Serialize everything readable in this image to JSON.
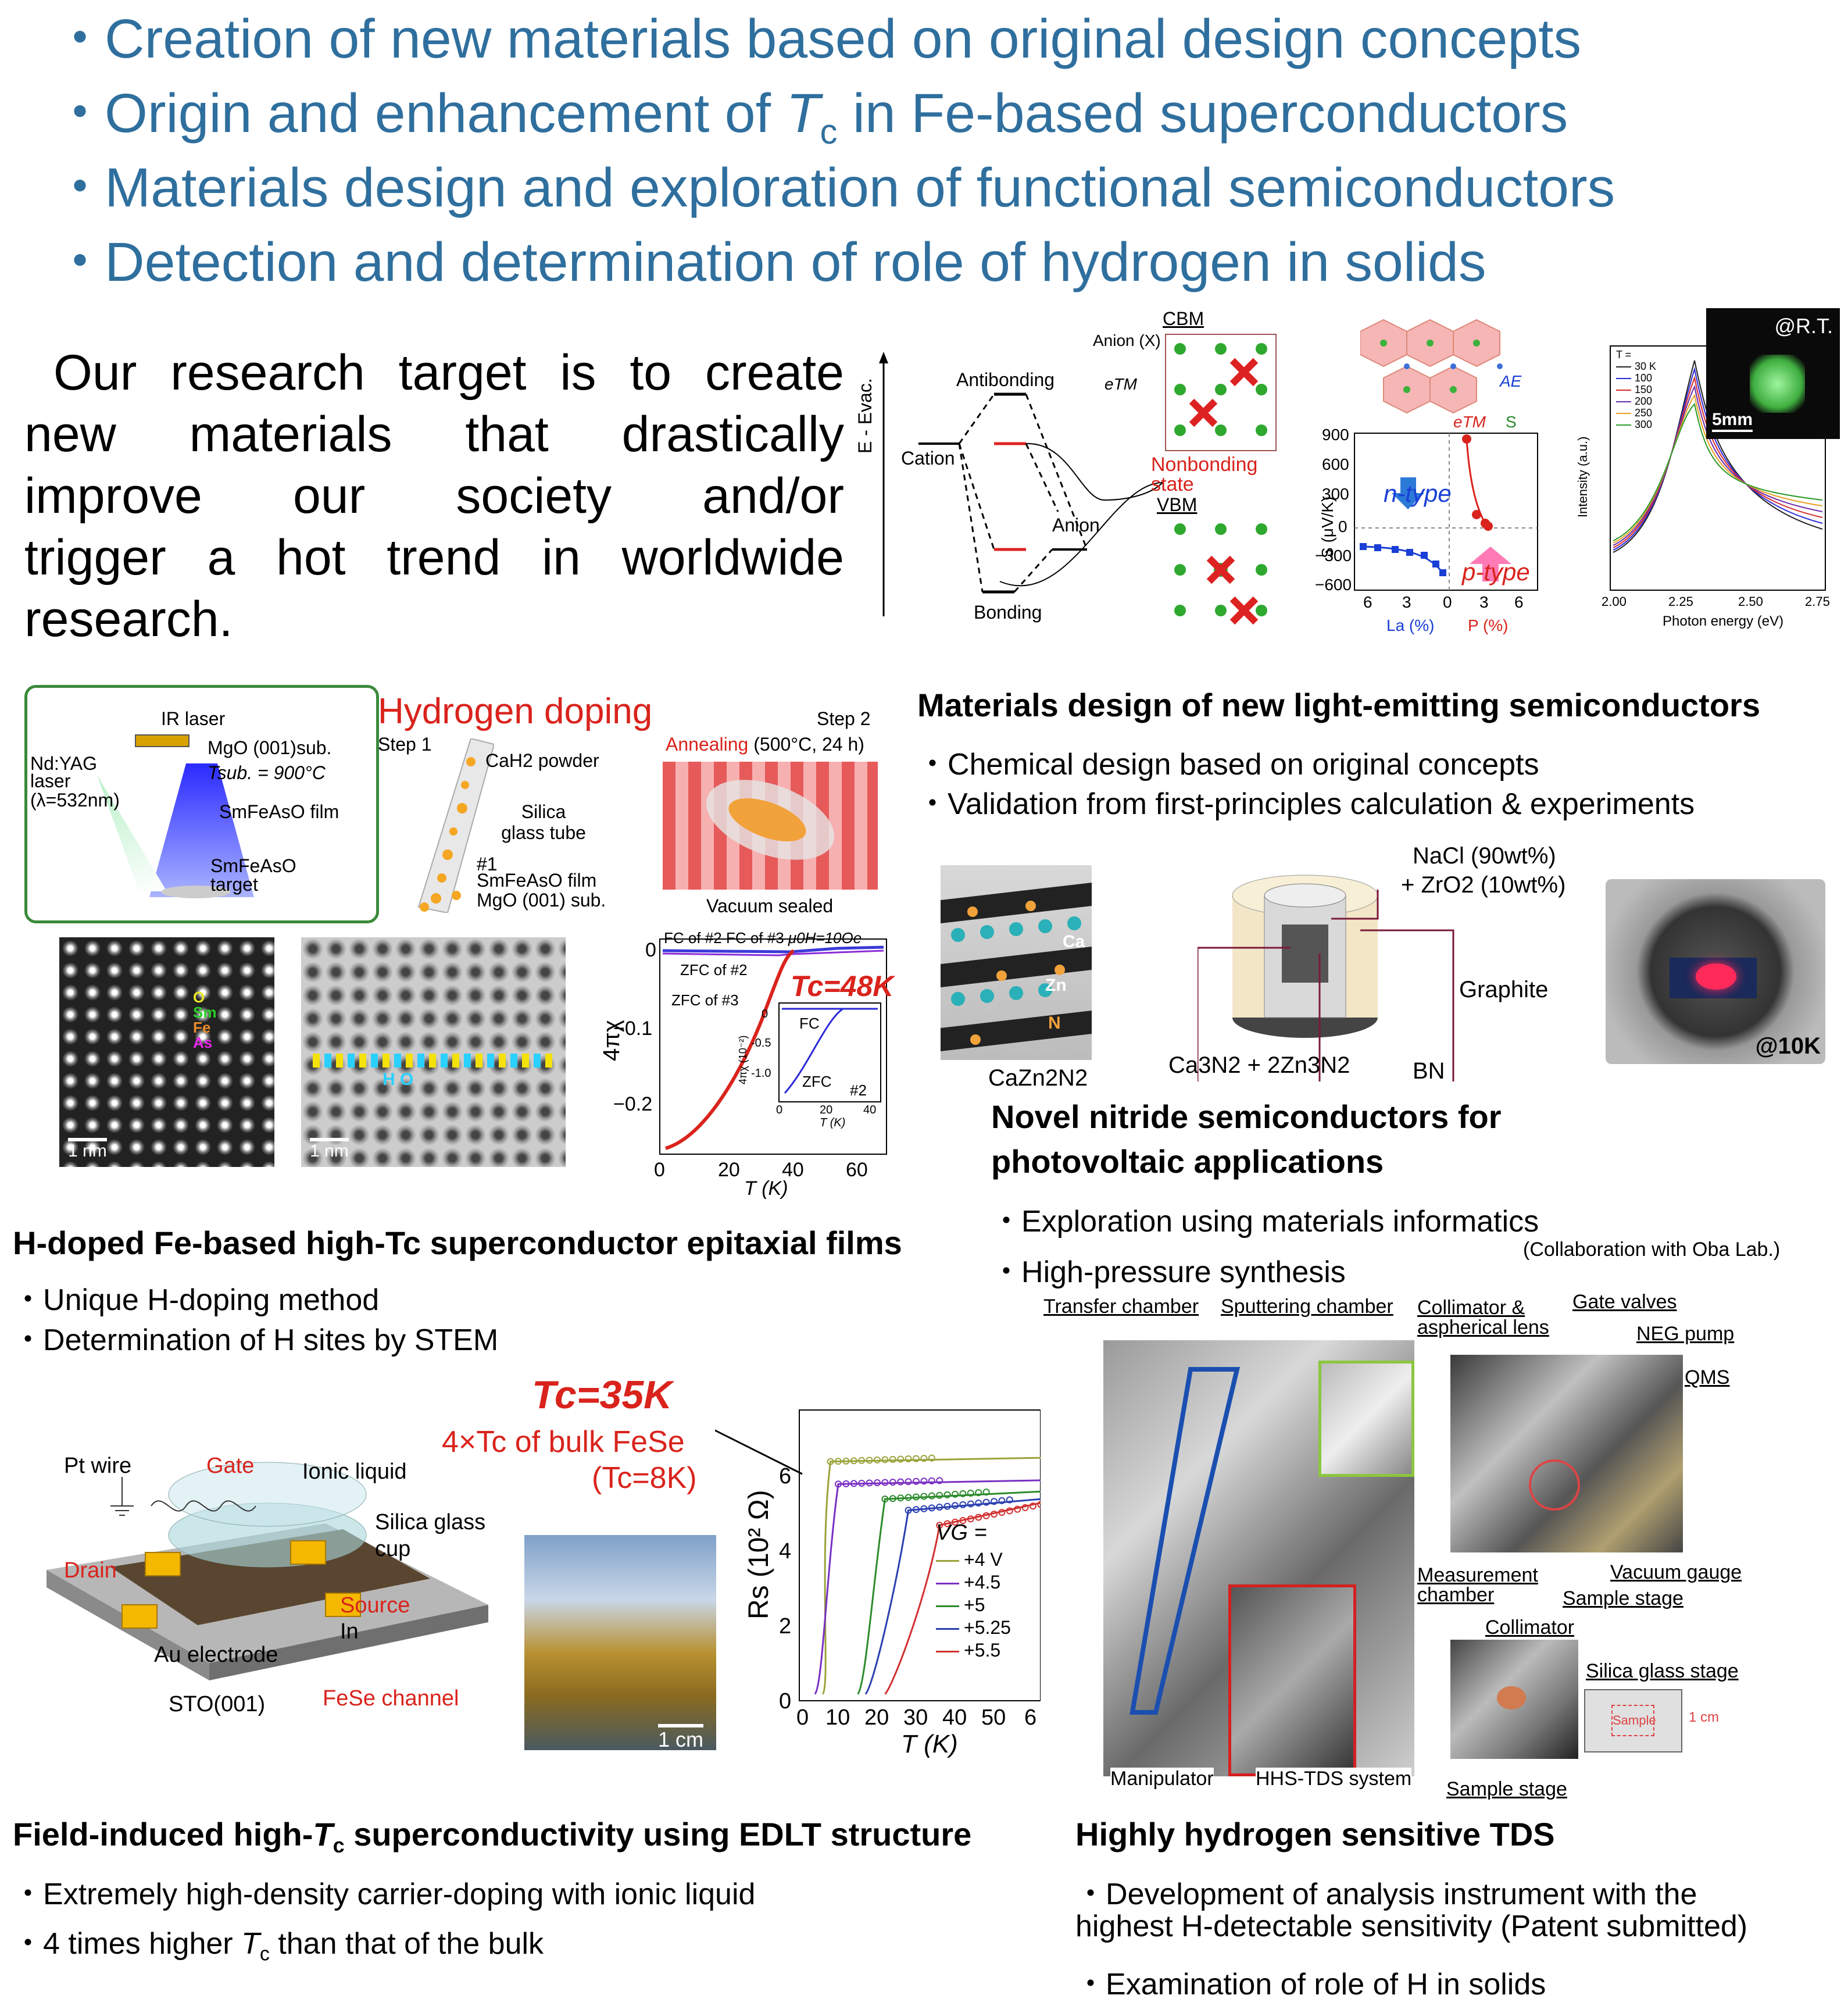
{
  "headlines": [
    {
      "prefix": "Creation of new materials based on original design concepts"
    },
    {
      "prefix": "Origin and enhancement of ",
      "ital": "T",
      "sub": "c",
      "suffix": " in Fe-based superconductors"
    },
    {
      "prefix": "Materials design and exploration of functional semiconductors"
    },
    {
      "prefix": "Detection and determination of role of hydrogen in solids"
    }
  ],
  "bullet_char": "・",
  "intro": [
    "Our research target is to create",
    "new materials that drastically",
    "improve our society and/or",
    "trigger a hot trend in worldwide",
    "research."
  ],
  "band_diagram": {
    "yaxis": "E - Evac.",
    "antibonding": "Antibonding",
    "cation": "Cation",
    "anion": "Anion",
    "bonding": "Bonding",
    "cbm": "CBM",
    "vbm": "VBM",
    "anion_x": "Anion (X)",
    "etm": "eTM",
    "nonbonding": "Nonbonding state"
  },
  "seebeck": {
    "ylabel": "S (μV/K)",
    "yticks": [
      "900",
      "600",
      "300",
      "0",
      "−300",
      "−600"
    ],
    "xticks_left": [
      "6",
      "3",
      "0"
    ],
    "xticks_right": [
      "3",
      "6"
    ],
    "xlabel_left": "La (%)",
    "xlabel_right": "P (%)",
    "ntype": "n-type",
    "ptype": "p-type",
    "ae": "AE",
    "etm": "eTM",
    "s": "S"
  },
  "pl_spectrum": {
    "ylabel": "Intensity (a.u.)",
    "xlabel": "Photon energy (eV)",
    "xticks": [
      "2.00",
      "2.25",
      "2.50",
      "2.75"
    ],
    "legend_title": "T =",
    "legend": [
      "30 K",
      "100",
      "150",
      "200",
      "250",
      "300"
    ],
    "inset_label": "@R.T.",
    "scale": "5mm"
  },
  "hdoping": {
    "title": "Hydrogen doping",
    "ir_laser": "IR laser",
    "ndyag": "Nd:YAG laser",
    "lambda": "(λ=532nm)",
    "mgo_sub": "MgO (001)sub.",
    "tsub": "Tsub. = 900°C",
    "film": "SmFeAsO film",
    "target": "SmFeAsO target",
    "step1": "Step 1",
    "cah2": "CaH2 powder",
    "silica_tube": "Silica glass tube",
    "num1": "#1",
    "film2": "SmFeAsO film",
    "mgo2": "MgO (001) sub.",
    "step2": "Step 2",
    "annealing": "Annealing",
    "anneal_cond": "(500°C, 24 h)",
    "vacuum": "Vacuum sealed",
    "stem_labels": [
      "O",
      "Sm",
      "Fe",
      "As"
    ],
    "stem_ho": "H O",
    "scale": "1 nm"
  },
  "chi_chart": {
    "ylabel": "4πχ",
    "xlabel": "T (K)",
    "yticks": [
      "0",
      "−0.1",
      "−0.2"
    ],
    "xticks": [
      "0",
      "20",
      "40",
      "60"
    ],
    "fc2": "FC of #2",
    "fc3": "FC of #3",
    "field": "μ0H=10Oe",
    "zfc2": "ZFC of #2",
    "zfc3": "ZFC of #3",
    "tc": "Tc=48K",
    "inset_fc": "FC",
    "inset_zfc": "ZFC",
    "inset_num": "#2",
    "inset_yticks": [
      "0",
      "-0.5",
      "-1.0"
    ],
    "inset_xticks": [
      "0",
      "20",
      "40"
    ],
    "inset_xlabel": "T (K)",
    "inset_ylabel": "4πχ (10⁻²)"
  },
  "sec_hdoped": {
    "title": "H-doped Fe-based high-Tc superconductor epitaxial films",
    "bullets": [
      "Unique H-doping method",
      "Determination of H sites by STEM"
    ]
  },
  "sec_lightemit": {
    "title": "Materials design of new light-emitting semiconductors",
    "bullets": [
      "Chemical design based on original concepts",
      "Validation from first-principles calculation & experiments"
    ]
  },
  "nitride": {
    "cazn2n2": "CaZn2N2",
    "ca": "Ca",
    "zn": "Zn",
    "n": "N",
    "nacl": "NaCl (90wt%)",
    "zro2": "+ ZrO2 (10wt%)",
    "graphite": "Graphite",
    "reactants": "Ca3N2 + 2Zn3N2",
    "bn": "BN",
    "at10k": "@10K"
  },
  "sec_nitride": {
    "title1": "Novel nitride semiconductors for",
    "title2": "photovoltaic applications",
    "bullets": [
      "Exploration using materials informatics",
      "High-pressure synthesis"
    ],
    "collab": "(Collaboration with Oba Lab.)"
  },
  "edlt": {
    "tc": "Tc=35K",
    "fourx": "4×Tc of bulk FeSe",
    "bulk": "(Tc=8K)",
    "pt_wire": "Pt wire",
    "gate": "Gate",
    "ionic": "Ionic liquid",
    "silica_cup": "Silica glass cup",
    "drain": "Drain",
    "source": "Source",
    "in": "In",
    "au": "Au electrode",
    "sto": "STO(001)",
    "fese": "FeSe channel",
    "scale": "1 cm"
  },
  "rs_chart": {
    "ylabel": "Rs (10² Ω)",
    "xlabel": "T (K)",
    "yticks": [
      "0",
      "2",
      "4",
      "6"
    ],
    "xticks": [
      "0",
      "10",
      "20",
      "30",
      "40",
      "50",
      "6"
    ],
    "legend_title": "VG =",
    "legend": [
      "+4 V",
      "+4.5",
      "+5",
      "+5.25",
      "+5.5"
    ],
    "colors": [
      "#9aa33a",
      "#7a2fc4",
      "#2b8a2b",
      "#2a3fb0",
      "#d22f2f"
    ]
  },
  "tds": {
    "transfer": "Transfer chamber",
    "sputter": "Sputtering chamber",
    "collimator_lens": "Collimator & aspherical lens",
    "gate_valves": "Gate valves",
    "neg": "NEG pump",
    "qms": "QMS",
    "meas": "Measurement chamber",
    "vacuum_gauge": "Vacuum gauge",
    "sample_stage": "Sample stage",
    "collimator": "Collimator",
    "silica_stage": "Silica glass stage",
    "sample": "Sample",
    "one_cm": "1 cm",
    "sample_stage2": "Sample stage",
    "manipulator": "Manipulator",
    "hhs": "HHS-TDS system"
  },
  "sec_edlt": {
    "title": "Field-induced high-Tc superconductivity using EDLT structure",
    "b1": "Extremely high-density carrier-doping with ionic liquid",
    "b2": "4 times higher Tc than that of the bulk"
  },
  "sec_tds": {
    "title": "Highly hydrogen sensitive TDS",
    "b1a": "Development of analysis instrument with the",
    "b1b": "highest H-detectable sensitivity (Patent submitted)",
    "b2": "Examination of role of H in solids"
  }
}
